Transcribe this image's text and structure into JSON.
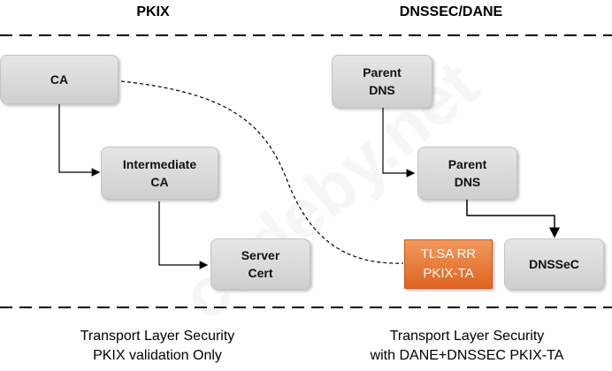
{
  "headings": {
    "left": "PKIX",
    "right": "DNSSEC/DANE"
  },
  "boxes": {
    "ca": "CA",
    "intermediate_ca": "Intermediate\nCA",
    "server_cert": "Server\nCert",
    "parent_dns_top": "Parent\nDNS",
    "parent_dns_mid": "Parent\nDNS",
    "tlsa": "TLSA RR\nPKIX-TA",
    "dnssec": "DNSSeC"
  },
  "captions": {
    "left": "Transport Layer Security\nPKIX validation Only",
    "right": "Transport Layer Security\nwith DANE+DNSSEC PKIX-TA"
  },
  "watermark": "codeby.net",
  "colors": {
    "box_fill": "#d9d9d9",
    "tlsa_fill": "#e8752f",
    "lines": "#000000"
  }
}
